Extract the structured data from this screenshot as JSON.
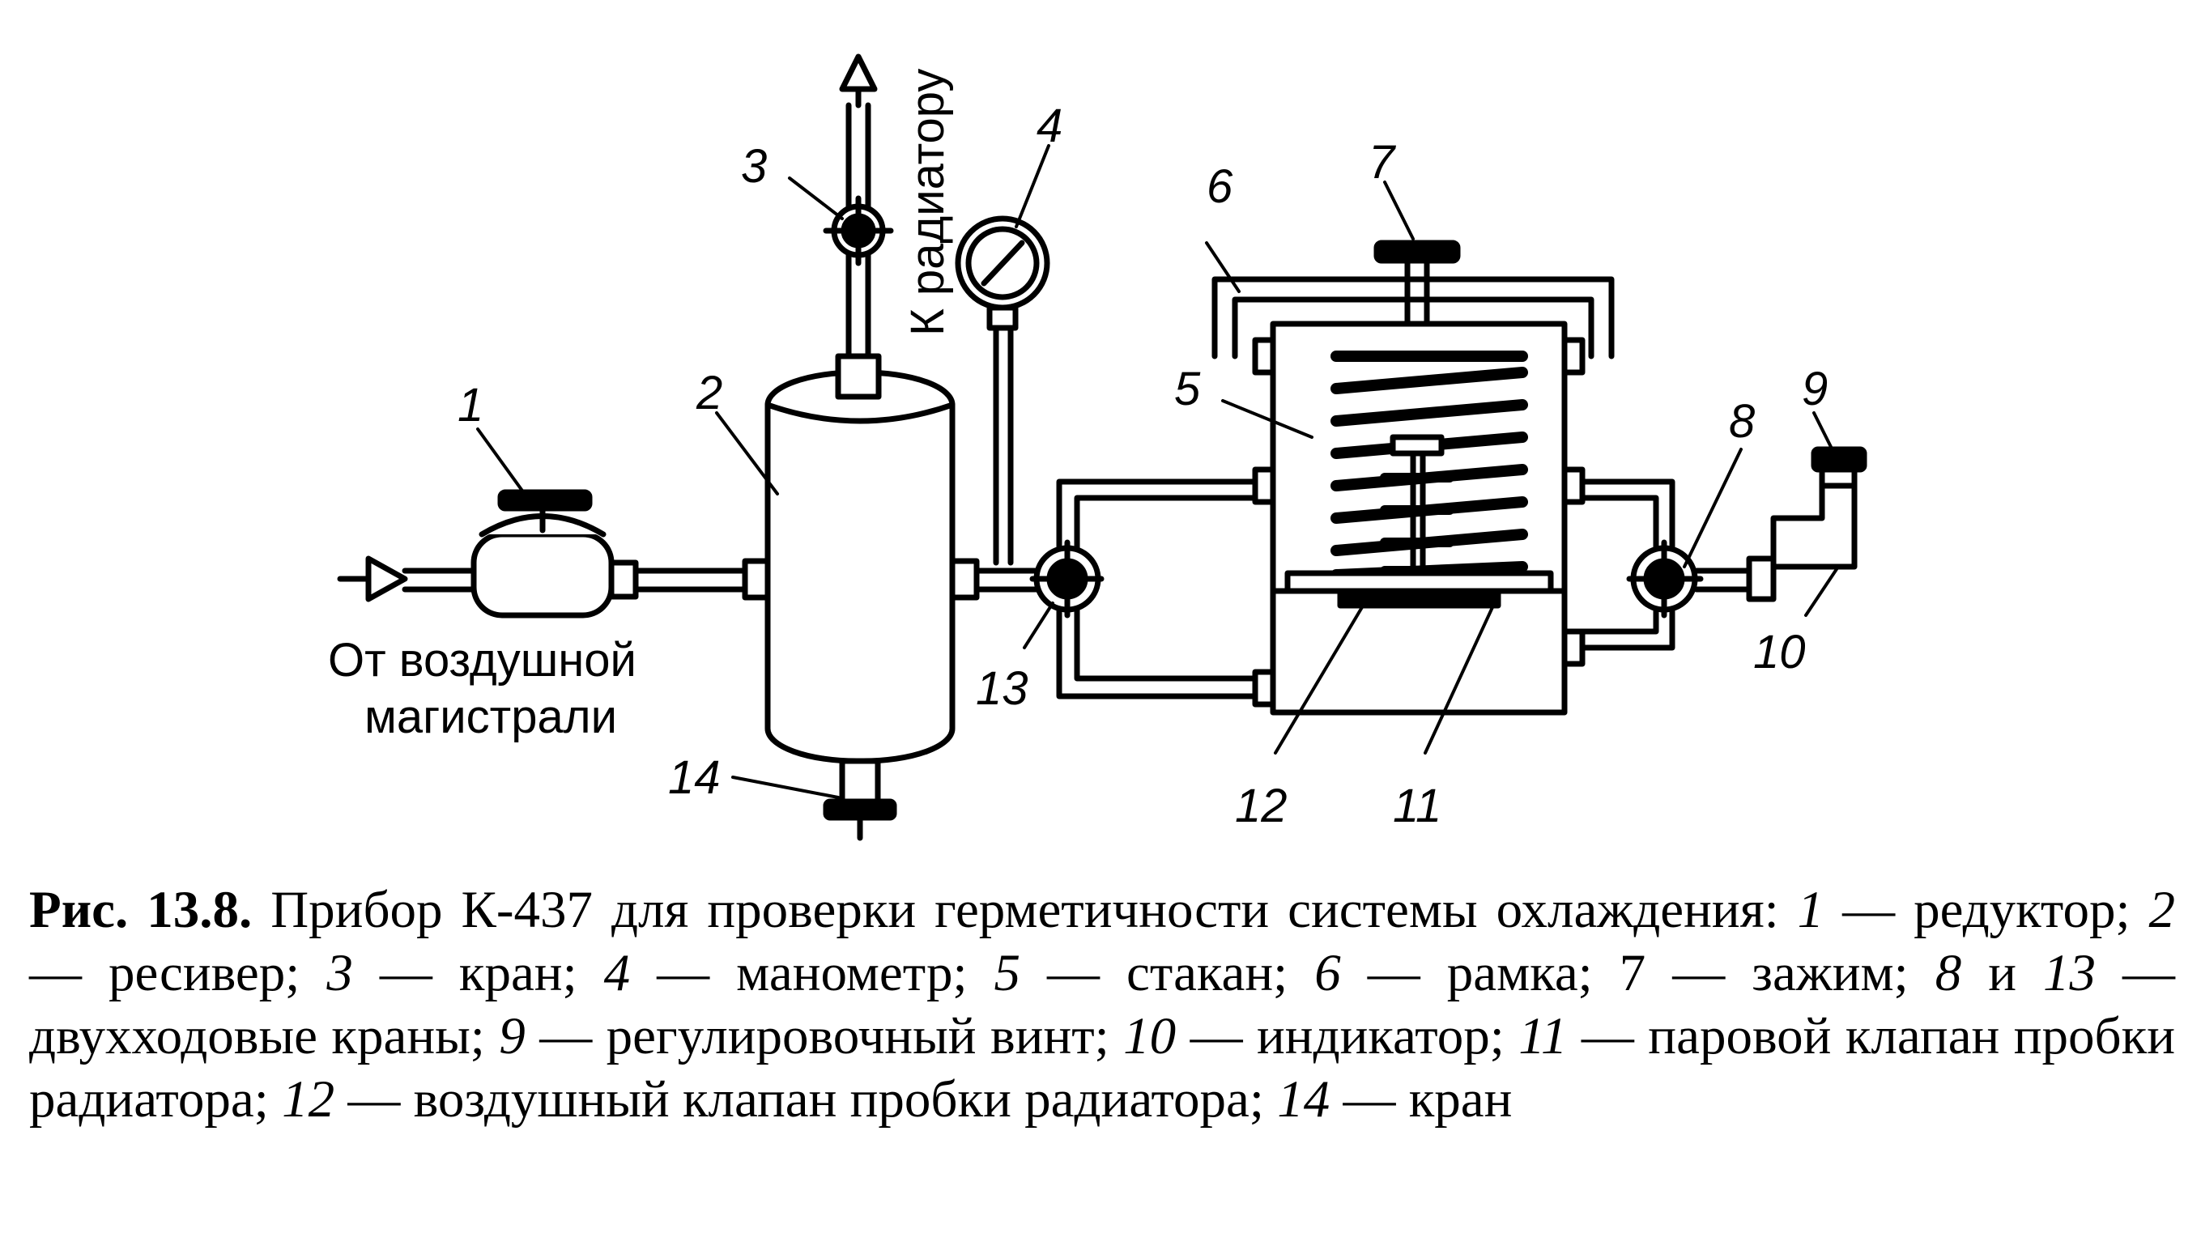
{
  "labels": {
    "n1": "1",
    "n2": "2",
    "n3": "3",
    "n4": "4",
    "n5": "5",
    "n6": "6",
    "n7": "7",
    "n8": "8",
    "n9": "9",
    "n10": "10",
    "n11": "11",
    "n12": "12",
    "n13": "13",
    "n14": "14",
    "to_radiator": "К радиатору",
    "from_air_1": "От воздушной",
    "from_air_2": "магистрали"
  },
  "caption": {
    "fig_no": "Рис. 13.8.",
    "s1": " Прибор К-437 для проверки герметичности системы охлаждения: ",
    "i1": "1",
    "s2": " — редуктор; ",
    "i2": "2",
    "s3": " — ресивер; ",
    "i3": "3",
    "s4": " — кран; ",
    "i4": "4",
    "s5": " — манометр; ",
    "i5": "5",
    "s6": " — стакан; ",
    "i6": "6",
    "s7": " — рамка; 7 — зажим; ",
    "i8": "8",
    "s8": " и ",
    "i13": "13",
    "s9": " — двухходовые краны; ",
    "i9": "9",
    "s10": " — регулировочный винт; ",
    "i10": "10",
    "s11": " — индикатор; ",
    "i11": "11",
    "s12": " — паровой клапан пробки радиатора; ",
    "i12": "12",
    "s13": " — воздушный клапан пробки радиатора; ",
    "i14": "14",
    "s14": " — кран"
  }
}
